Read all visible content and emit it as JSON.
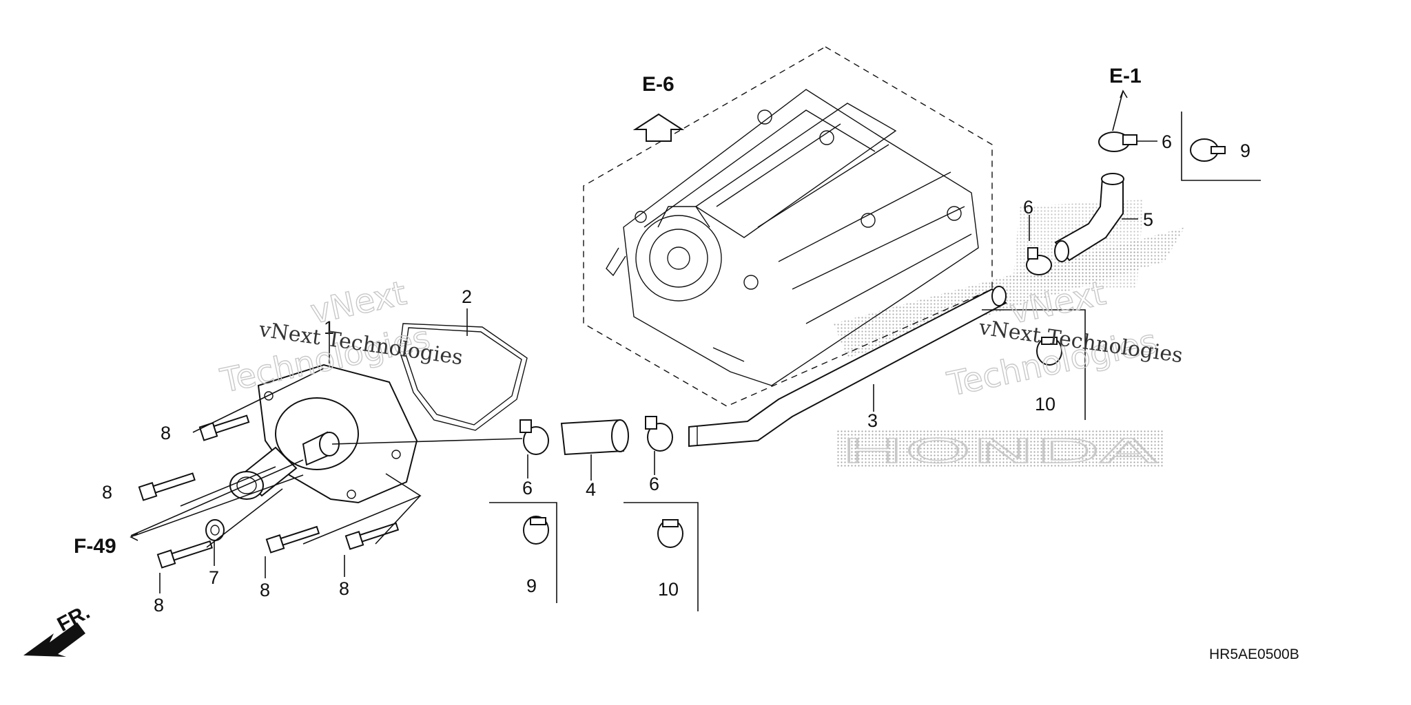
{
  "diagram": {
    "ref_labels": {
      "e6": "E-6",
      "e1": "E-1",
      "f49": "F-49",
      "front": "FR."
    },
    "part_numbers": {
      "p1": "1",
      "p2": "2",
      "p3": "3",
      "p4": "4",
      "p5": "5",
      "p6a": "6",
      "p6b": "6",
      "p6c": "6",
      "p6d": "6",
      "p7": "7",
      "p8a": "8",
      "p8b": "8",
      "p8c": "8",
      "p8d": "8",
      "p8e": "8",
      "p9a": "9",
      "p9b": "9",
      "p10a": "10",
      "p10b": "10"
    },
    "drawing_code": "HR5AE0500B",
    "watermarks": {
      "wm1_line1": "vNext",
      "wm1_line2": "Technologies",
      "wm1_small": "vNext Technologies",
      "wm2_line1": "vNext",
      "wm2_line2": "Technologies",
      "wm2_small": "vNext Technologies",
      "brand": "HONDA"
    },
    "colors": {
      "ink": "#111111",
      "dots": "#9a9a9a",
      "background": "#ffffff"
    }
  }
}
